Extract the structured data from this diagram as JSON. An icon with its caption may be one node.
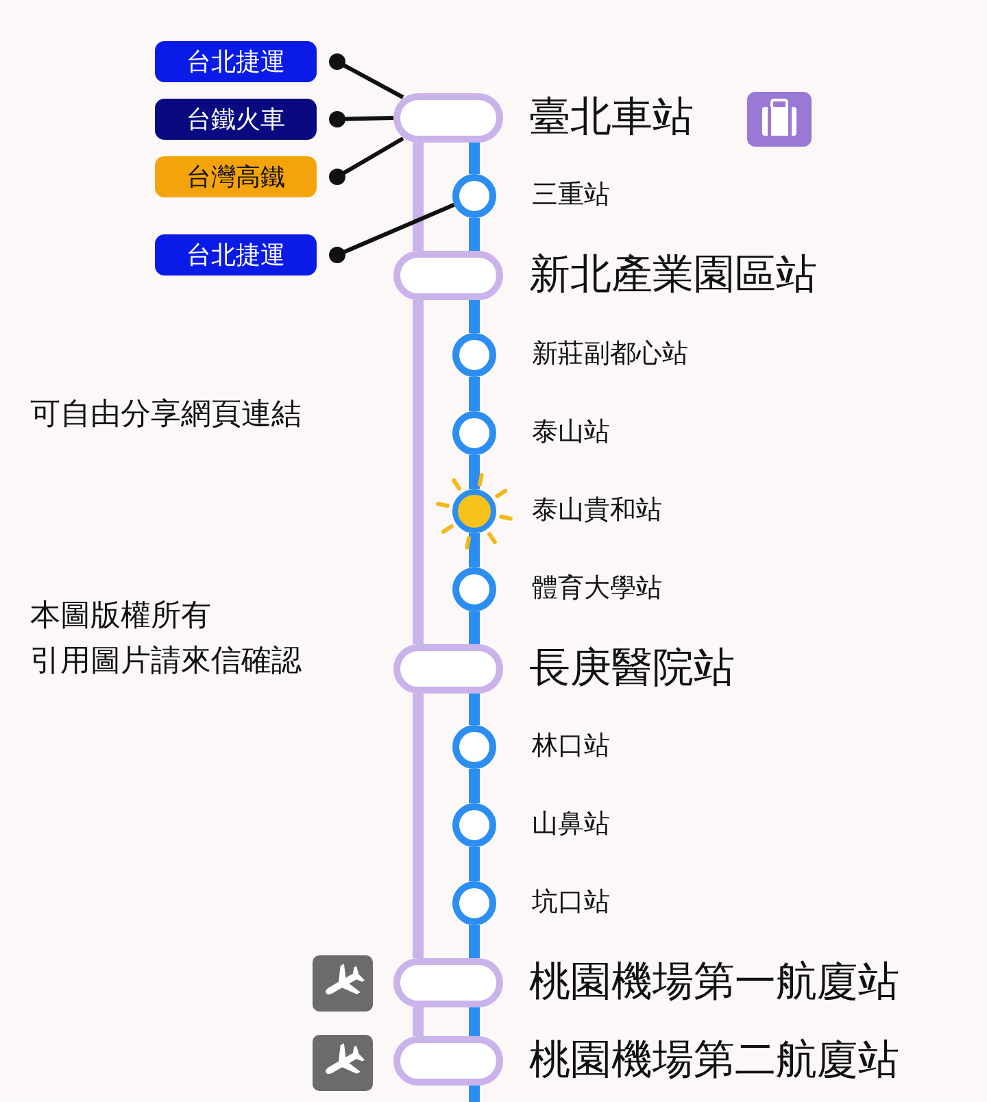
{
  "diagram": {
    "nodes": [
      {
        "text": [
          "臺北車站"
        ]
      },
      {
        "text": [
          "三重站"
        ]
      },
      {
        "text": [
          "新北產業園區站"
        ]
      },
      {
        "text": [
          "新莊副都心站"
        ]
      },
      {
        "text": [
          "泰山站"
        ]
      },
      {
        "text": [
          "泰山貴和站"
        ]
      },
      {
        "text": [
          "體育大學站"
        ]
      },
      {
        "text": [
          "長庚醫院站"
        ]
      },
      {
        "text": [
          "林口站"
        ]
      },
      {
        "text": [
          "山鼻站"
        ]
      },
      {
        "text": [
          "坑口站"
        ]
      },
      {
        "text": [
          "桃園機場第一航廈站"
        ]
      },
      {
        "text": [
          "桃園機場第二航廈站"
        ]
      },
      {
        "text": [
          "台北捷運"
        ]
      },
      {
        "text": [
          "台鐵火車"
        ]
      },
      {
        "text": [
          "台灣高鐵"
        ]
      },
      {
        "text": [
          "台北捷運"
        ]
      }
    ],
    "edges": [
      {
        "from": 0,
        "to": 1,
        "arrow": "none"
      },
      {
        "from": 1,
        "to": 2,
        "arrow": "none"
      },
      {
        "from": 2,
        "to": 3,
        "arrow": "none"
      },
      {
        "from": 3,
        "to": 4,
        "arrow": "none"
      },
      {
        "from": 4,
        "to": 5,
        "arrow": "none"
      },
      {
        "from": 5,
        "to": 6,
        "arrow": "none"
      },
      {
        "from": 6,
        "to": 7,
        "arrow": "none"
      },
      {
        "from": 7,
        "to": 8,
        "arrow": "none"
      },
      {
        "from": 8,
        "to": 9,
        "arrow": "none"
      },
      {
        "from": 9,
        "to": 10,
        "arrow": "none"
      },
      {
        "from": 10,
        "to": 11,
        "arrow": "none"
      },
      {
        "from": 11,
        "to": 12,
        "arrow": "none"
      },
      {
        "from": 12,
        "to": null,
        "arrow": "none"
      },
      {
        "from": 0,
        "to": 2,
        "arrow": "none",
        "color": "#c9b3ea"
      },
      {
        "from": 2,
        "to": 7,
        "arrow": "none",
        "color": "#c9b3ea"
      },
      {
        "from": 7,
        "to": 11,
        "arrow": "none",
        "color": "#c9b3ea"
      },
      {
        "from": 11,
        "to": 12,
        "arrow": "none",
        "color": "#c9b3ea"
      },
      {
        "from": 13,
        "to": 0,
        "arrow": "other",
        "color": "#111111"
      },
      {
        "from": 14,
        "to": 0,
        "arrow": "other",
        "color": "#111111"
      },
      {
        "from": 15,
        "to": 0,
        "arrow": "other",
        "color": "#111111"
      },
      {
        "from": 16,
        "to": 1,
        "arrow": "other",
        "color": "#111111"
      }
    ],
    "labels": [
      "可自由分享網頁連結",
      "本圖版權所有",
      "引用圖片請來信確認"
    ]
  }
}
